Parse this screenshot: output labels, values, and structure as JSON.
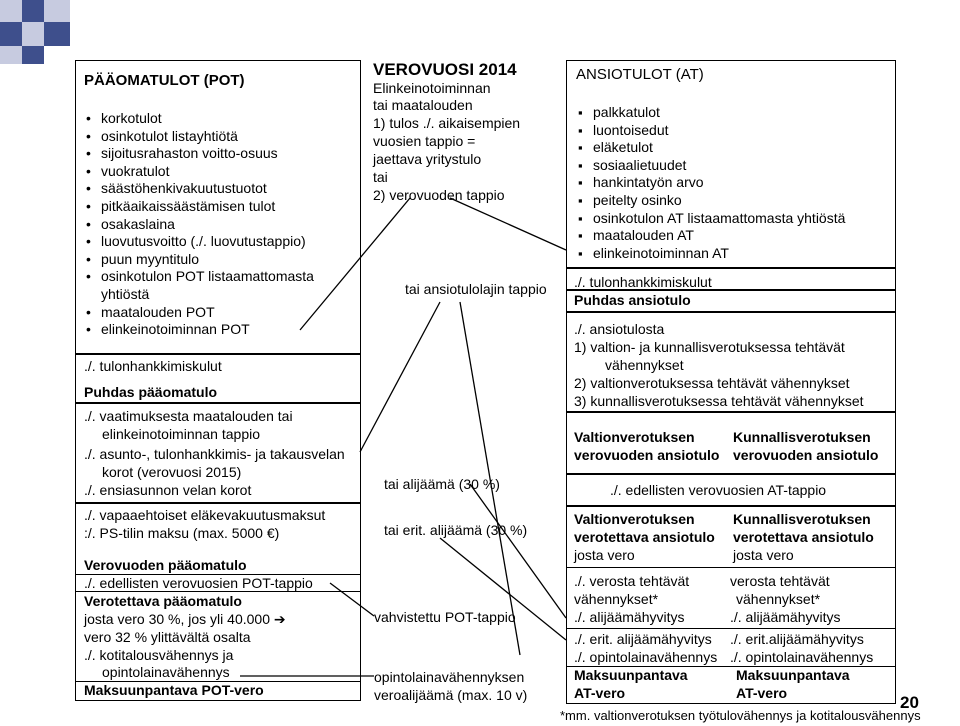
{
  "colors": {
    "deco_dark": "#3e4f8c",
    "deco_light": "#c7cbe0",
    "border": "#000000"
  },
  "pot": {
    "title": "PÄÄOMATULOT (POT)",
    "items": [
      {
        "line1": "korkotulot"
      },
      {
        "line1": "osinkotulot listayhtiötä"
      },
      {
        "line1": "sijoitusrahaston voitto-osuus"
      },
      {
        "line1": "vuokratulot"
      },
      {
        "line1": "säästöhenkivakuutustuotot"
      },
      {
        "line1": "pitkäaikaissäästämisen tulot"
      },
      {
        "line1": "osakaslaina"
      },
      {
        "line1": "luovutusvoitto (./. luovutustappio)"
      },
      {
        "line1": "puun myyntitulo"
      },
      {
        "line1": "osinkotulon POT listaamattomasta",
        "line2": "yhtiöstä"
      },
      {
        "line1": "maatalouden POT"
      },
      {
        "line1": "elinkeinotoiminnan POT"
      }
    ],
    "tulonhankkimiskulut": "./.  tulonhankkimiskulut",
    "puhdas": "Puhdas pääomatulo",
    "vaatimuksesta_1": "./. vaatimuksesta maatalouden tai",
    "vaatimuksesta_2": "elinkeinotoiminnan tappio",
    "asunto_1": "./. asunto-, tulonhankkimis- ja takausvelan",
    "asunto_2": "korot (verovuosi 2015)",
    "ensiasunnon": "./. ensiasunnon velan korot",
    "vapaaehtoiset": "./. vapaaehtoiset eläkevakuutusmaksut",
    "ps_tili": ":/. PS-tilin maksu (max. 5000 €)",
    "verovuoden": "Verovuoden pääomatulo",
    "edellisten": "./. edellisten verovuosien POT-tappio",
    "verotettava": "Verotettava pääomatulo",
    "josta_1": "josta vero 30 %, jos yli 40.000 ➔",
    "josta_2": "vero 32 % ylittävältä osalta",
    "kotitalous_1": "./. kotitalousvähennys ja",
    "kotitalous_2": "opintolainavähennys",
    "maksuunpantava": "Maksuunpantava POT-vero"
  },
  "middle": {
    "title": "VEROVUOSI 2014",
    "lines": [
      "Elinkeinotoiminnan",
      "tai maatalouden",
      "1)  tulos ./. aikaisempien",
      "vuosien tappio =",
      "jaettava yritystulo",
      "tai",
      "2) verovuoden tappio"
    ],
    "ansiotulolajin": "tai ansiotulolajin tappio",
    "alijaama": "tai alijäämä (30 %)",
    "erit_alijaama": "tai erit. alijäämä (30 %)",
    "vahvistettu": "vahvistettu POT-tappio",
    "opintolaina_1": "opintolainavähennyksen",
    "opintolaina_2": "veroalijäämä (max. 10 v)"
  },
  "at": {
    "title": "ANSIOTULOT (AT)",
    "items": [
      "palkkatulot",
      "luontoisedut",
      "eläketulot",
      "sosiaalietuudet",
      "hankintatyön arvo",
      "peitelty osinko",
      "osinkotulon AT listaamattomasta yhtiöstä",
      "maatalouden AT",
      "elinkeinotoiminnan AT"
    ],
    "tulonhankkimiskulut": "./. tulonhankkimiskulut",
    "puhdas": "Puhdas ansiotulo",
    "ansiotulosta": "./. ansiotulosta",
    "v1_a": "1) valtion- ja kunnallisverotuksessa tehtävät",
    "v1_b": "vähennykset",
    "v2": "2) valtionverotuksessa tehtävät vähennykset",
    "v3": "3) kunnallisverotuksessa tehtävät vähennykset",
    "val_ans_1": "Valtionverotuksen",
    "val_ans_2": "verovuoden ansiotulo",
    "kun_ans_1": "Kunnallisverotuksen",
    "kun_ans_2": "verovuoden ansiotulo",
    "edellisten": "./. edellisten verovuosien AT-tappio",
    "val_ver_1": "Valtionverotuksen",
    "val_ver_2": "verotettava ansiotulo",
    "val_ver_3": "josta vero",
    "kun_ver_1": "Kunnallisverotuksen",
    "kun_ver_2": "verotettava ansiotulo",
    "kun_ver_3": "josta vero",
    "val_red_1": "./. verosta tehtävät",
    "val_red_2": "vähennykset*",
    "val_red_3": "./. alijäämähyvitys",
    "kun_red_1": "verosta tehtävät",
    "kun_red_2": "vähennykset*",
    "kun_red_3": "./. alijäämähyvitys",
    "val_erit": "./. erit. alijäämähyvitys",
    "val_opinto": "./. opintolainavähennys",
    "kun_erit": "./. erit.alijäämähyvitys",
    "kun_opinto": "./. opintolainavähennys",
    "val_maks_1": "Maksuunpantava",
    "val_maks_2": "AT-vero",
    "kun_maks_1": "Maksuunpantava",
    "kun_maks_2": "AT-vero"
  },
  "footnote": "*mm. valtionverotuksen  työtulovähennys ja kotitalousvähennys",
  "page_number": "20"
}
